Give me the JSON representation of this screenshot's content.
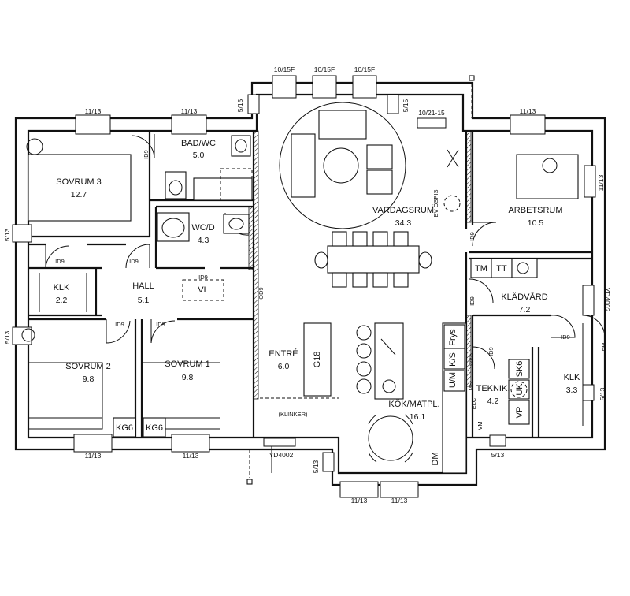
{
  "plan": {
    "rooms": [
      {
        "name": "SOVRUM 3",
        "area": "12.7"
      },
      {
        "name": "BAD/WC",
        "area": "5.0"
      },
      {
        "name": "WC/D",
        "area": "4.3"
      },
      {
        "name": "VARDAGSRUM",
        "area": "34.3"
      },
      {
        "name": "ARBETSRUM",
        "area": "10.5"
      },
      {
        "name": "KLK",
        "area": "2.2"
      },
      {
        "name": "HALL",
        "area": "5.1"
      },
      {
        "name": "KLÄDVÅRD",
        "area": "7.2"
      },
      {
        "name": "SOVRUM 2",
        "area": "9.8"
      },
      {
        "name": "SOVRUM 1",
        "area": "9.8"
      },
      {
        "name": "ENTRÉ",
        "area": "6.0"
      },
      {
        "name": "KÖK/MATPL.",
        "area": "16.1"
      },
      {
        "name": "TEKNIK.",
        "area": "4.2"
      },
      {
        "name": "KLK",
        "area": "3.3"
      }
    ],
    "labels": {
      "window_top_1": "10/15F",
      "window_top_2": "10/15F",
      "window_top_3": "10/15F",
      "window_sovrum3": "11/13",
      "window_bad": "11/13",
      "window_arbetsrum": "11/13",
      "window_arbetsrum_side": "11/13",
      "window_left_sovrum3": "5/13",
      "window_left_sovrum2": "5/13",
      "window_bottom_sovrum2": "11/13",
      "window_bottom_sovrum1": "11/13",
      "window_bottom_kok_1": "11/13",
      "window_bottom_kok_2": "11/13",
      "window_5_15_top": "5/15",
      "window_5_15_right": "5/15",
      "window_5_13_klk": "5/13",
      "window_5_13_teknik": "5/13",
      "window_5_13_entre": "5/13",
      "door_balcony": "10/21-15",
      "door_yd_front": "YD4002",
      "door_yd_side": "YD4002",
      "door_id9": "ID9",
      "door_od9": "OD9",
      "kg6": "KG6",
      "vl": "VL",
      "g18": "G18",
      "klinker": "(KLINKER)",
      "tm": "TM",
      "tt": "TT",
      "um": "U/M",
      "ks": "K/S",
      "frys": "Frys",
      "dm": "DM",
      "ovs": "OVS",
      "ms": "MS",
      "elc": "ELC",
      "vm": "VM",
      "sk6": "SK6",
      "uk": "UK",
      "vp": "VP",
      "fm": "FM",
      "ev_ospis": "EV ÖSPIS"
    }
  }
}
